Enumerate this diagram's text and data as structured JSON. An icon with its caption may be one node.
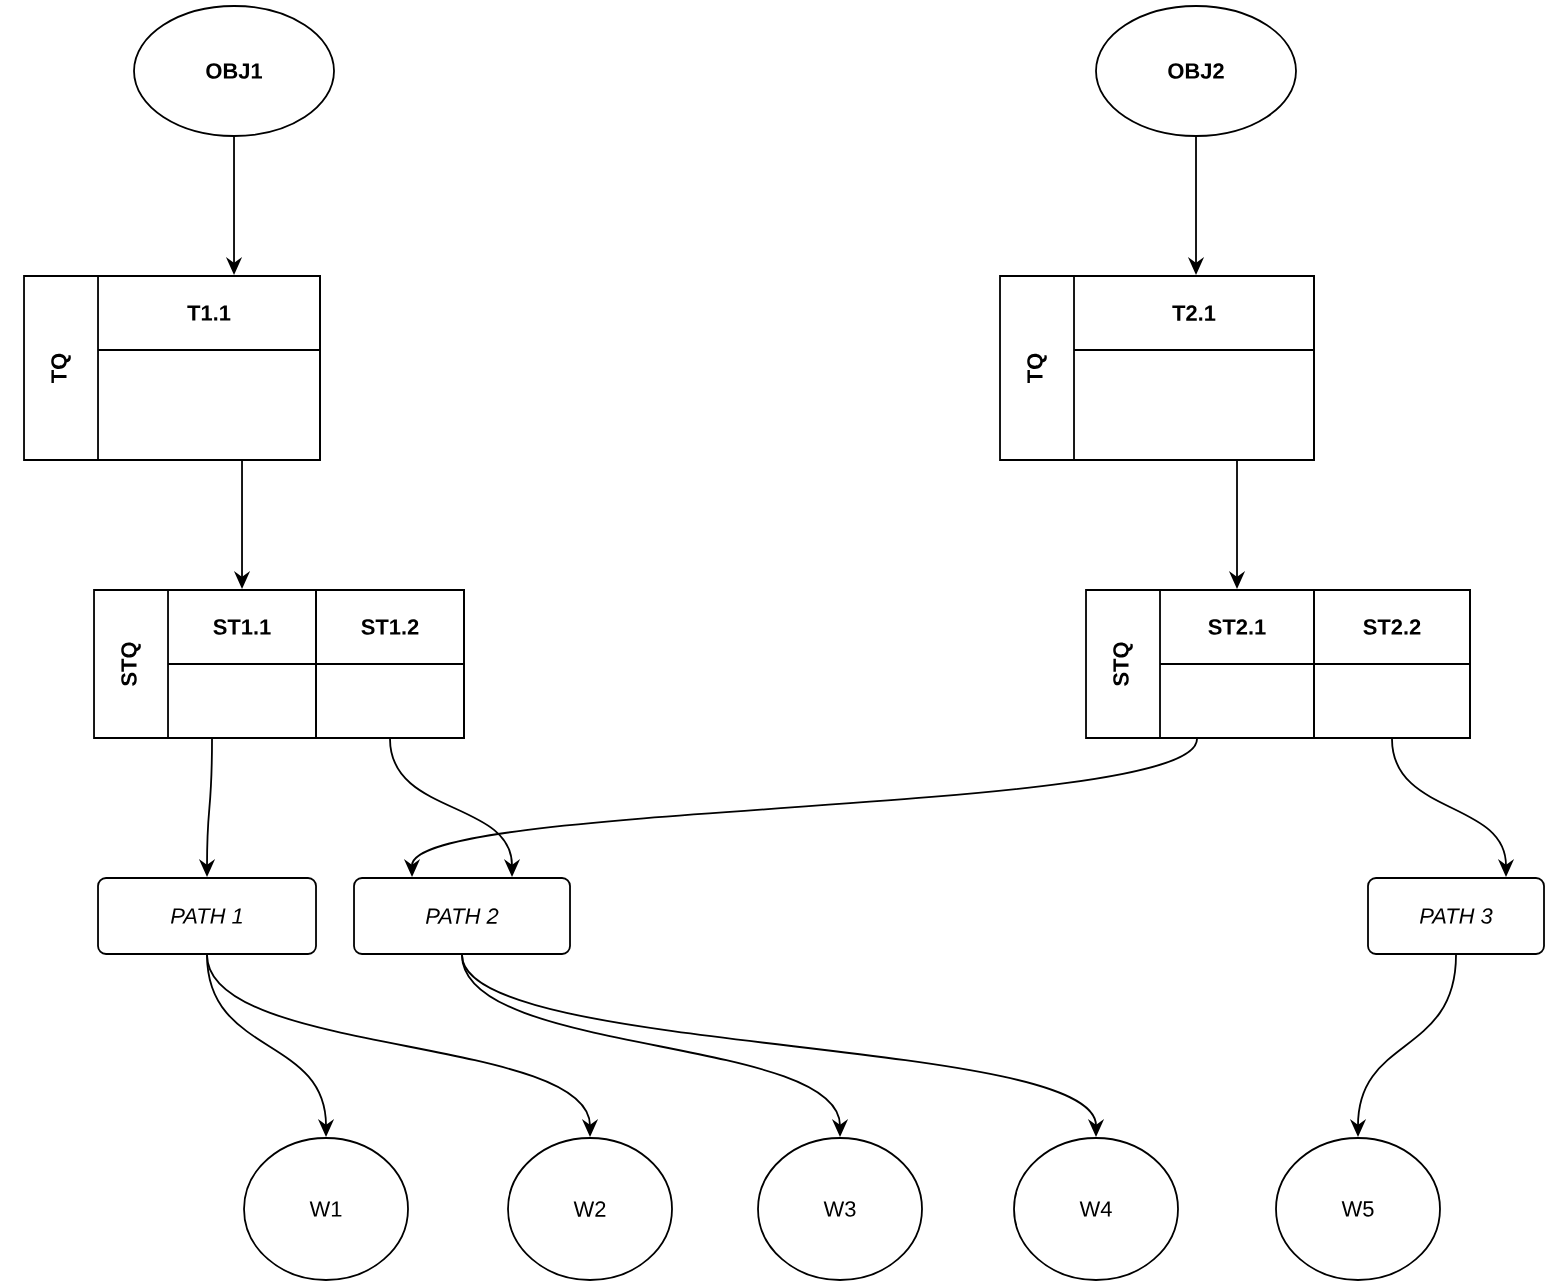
{
  "diagram": {
    "nodes": [
      {
        "text": [
          "OBJ1"
        ]
      },
      {
        "text": [
          "OBJ2"
        ]
      },
      {
        "text": [
          "TQ"
        ]
      },
      {
        "text": [
          "T1.1"
        ],
        "in": 2
      },
      {
        "text": [
          "TQ"
        ]
      },
      {
        "text": [
          "T2.1"
        ],
        "in": 4
      },
      {
        "text": [
          "STQ"
        ]
      },
      {
        "text": [
          "ST1.1"
        ],
        "in": 6
      },
      {
        "text": [
          "ST1.2"
        ],
        "in": 6
      },
      {
        "text": [
          "STQ"
        ]
      },
      {
        "text": [
          "ST2.1"
        ],
        "in": 9
      },
      {
        "text": [
          "ST2.2"
        ],
        "in": 9
      },
      {
        "text": [
          "PATH 1"
        ]
      },
      {
        "text": [
          "PATH 2"
        ]
      },
      {
        "text": [
          "PATH 3"
        ]
      },
      {
        "text": [
          "W1"
        ]
      },
      {
        "text": [
          "W2"
        ]
      },
      {
        "text": [
          "W3"
        ]
      },
      {
        "text": [
          "W4"
        ]
      },
      {
        "text": [
          "W5"
        ]
      }
    ],
    "edges": [
      {
        "from": 0,
        "to": 3,
        "arrow": "to"
      },
      {
        "from": 3,
        "to": 7,
        "arrow": "to"
      },
      {
        "from": 1,
        "to": 5,
        "arrow": "to"
      },
      {
        "from": 5,
        "to": 10,
        "arrow": "to"
      },
      {
        "from": 7,
        "to": 12,
        "arrow": "to"
      },
      {
        "from": 8,
        "to": 13,
        "arrow": "to"
      },
      {
        "from": 10,
        "to": 13,
        "arrow": "to"
      },
      {
        "from": 11,
        "to": 14,
        "arrow": "to"
      },
      {
        "from": 12,
        "to": 15,
        "arrow": "to"
      },
      {
        "from": 12,
        "to": 16,
        "arrow": "to"
      },
      {
        "from": 13,
        "to": 17,
        "arrow": "to"
      },
      {
        "from": 13,
        "to": 18,
        "arrow": "to"
      },
      {
        "from": 14,
        "to": 19,
        "arrow": "to"
      }
    ]
  }
}
